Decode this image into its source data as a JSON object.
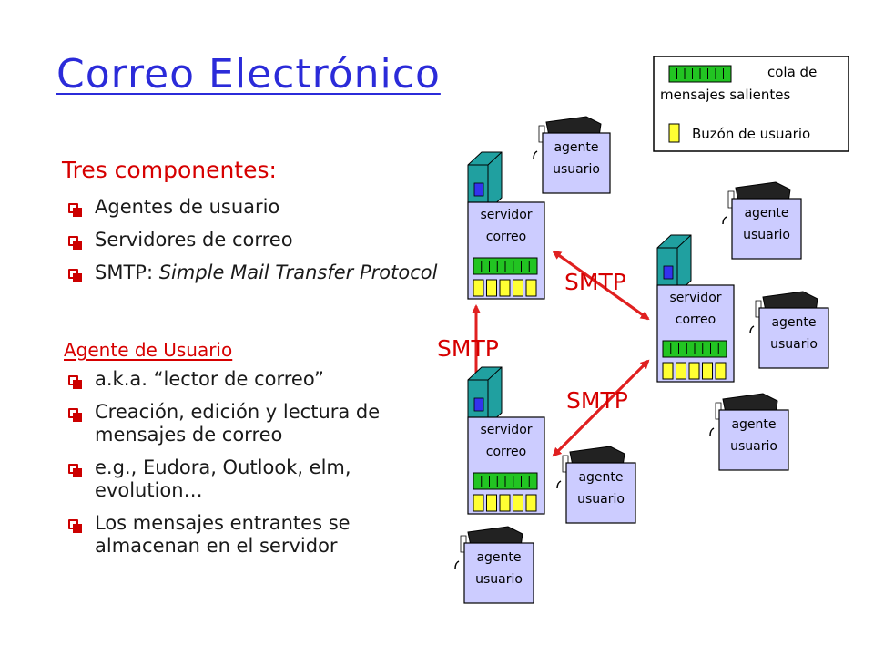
{
  "title": "Correo Electrónico",
  "section_heading": "Tres componentes:",
  "components": [
    {
      "text": "Agentes de usuario"
    },
    {
      "text": "Servidores de correo"
    },
    {
      "text_prefix": "SMTP: ",
      "text_italic": "Simple Mail Transfer Protocol"
    }
  ],
  "agent_heading": "Agente de Usuario",
  "agent_points": [
    "a.k.a. “lector de correo”",
    "Creación, edición y lectura de mensajes de correo",
    "e.g., Eudora, Outlook, elm, evolution…",
    "Los mensajes entrantes se almacenan en el servidor"
  ],
  "legend": {
    "queue_label_1": "cola de",
    "queue_label_2": "mensajes salientes",
    "mailbox_label": "Buzón de usuario"
  },
  "server_label_1": "servidor",
  "server_label_2": "correo",
  "agent_label_1": "agente",
  "agent_label_2": "usuario",
  "protocol_label": "SMTP",
  "colors": {
    "title": "#2b2bd9",
    "heading": "#d60000",
    "queue": "#22c422",
    "mailbox": "#ffff33",
    "agent_box": "#ccccff",
    "arrow": "#e02020",
    "server": "#20a0a0"
  }
}
